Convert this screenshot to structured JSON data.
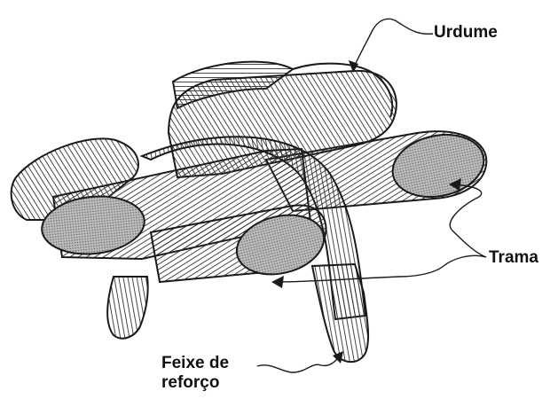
{
  "labels": {
    "warp": "Urdume",
    "weft": "Trama",
    "binder_line1": "Feixe de",
    "binder_line2": "reforço"
  },
  "colors": {
    "ink": "#1a1a1a",
    "fill_light": "#eeeeee",
    "fill_end": "#9a9a9a"
  }
}
